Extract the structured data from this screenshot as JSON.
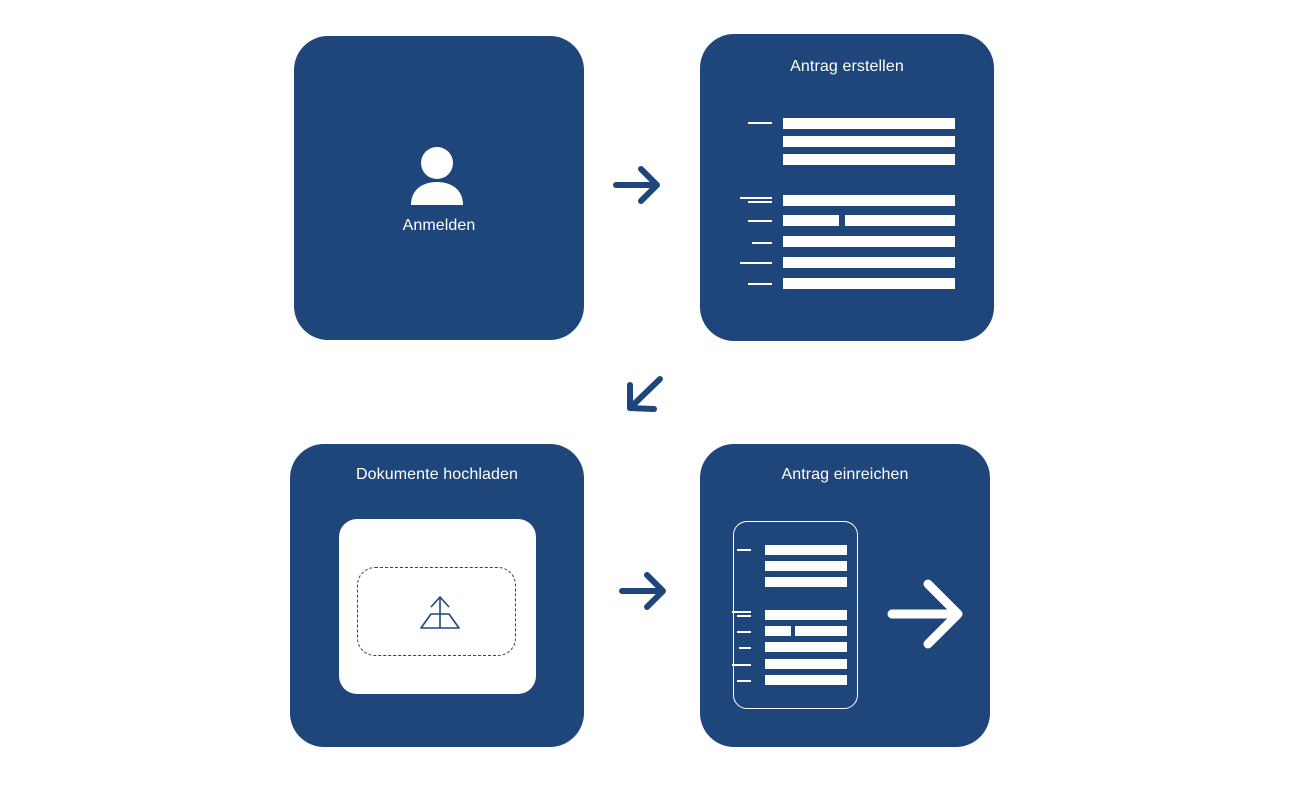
{
  "steps": [
    {
      "id": "anmelden",
      "label": "Anmelden",
      "icon": "user-icon"
    },
    {
      "id": "antrag-erstellen",
      "label": "Antrag erstellen",
      "icon": "form-icon"
    },
    {
      "id": "dokumente-hochladen",
      "label": "Dokumente hochladen",
      "icon": "upload-icon"
    },
    {
      "id": "antrag-einreichen",
      "label": "Antrag einreichen",
      "icon": "submit-form-icon"
    }
  ],
  "connectors": [
    {
      "from": "anmelden",
      "to": "antrag-erstellen",
      "icon": "arrow-right-icon"
    },
    {
      "from": "antrag-erstellen",
      "to": "dokumente-hochladen",
      "icon": "arrow-down-left-icon"
    },
    {
      "from": "dokumente-hochladen",
      "to": "antrag-einreichen",
      "icon": "arrow-right-icon"
    }
  ],
  "colors": {
    "card": "#1f467a",
    "foreground": "#ffffff",
    "background": "#ffffff"
  }
}
